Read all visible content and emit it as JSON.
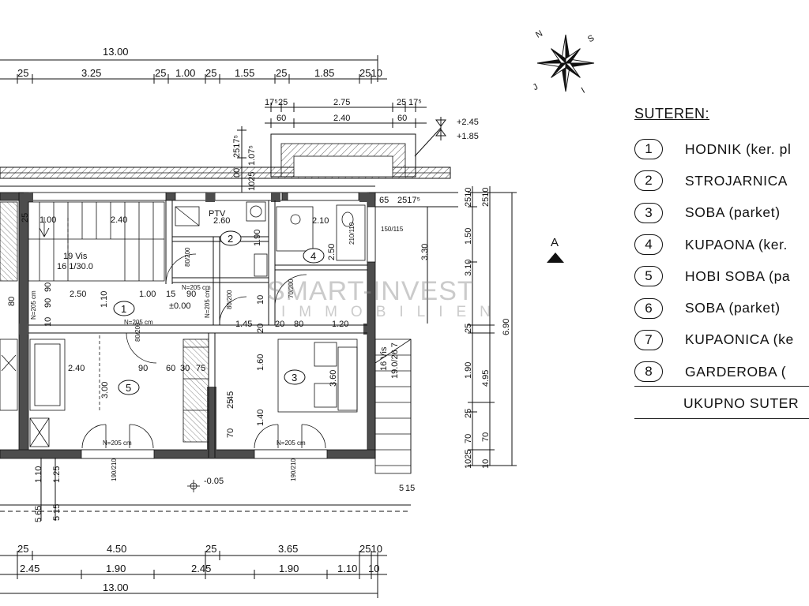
{
  "legend": {
    "title": "SUTEREN:",
    "rooms": [
      {
        "num": "1",
        "label": "HODNIK   (ker. pl"
      },
      {
        "num": "2",
        "label": "STROJARNICA"
      },
      {
        "num": "3",
        "label": "SOBA   (parket)"
      },
      {
        "num": "4",
        "label": "KUPAONA   (ker."
      },
      {
        "num": "5",
        "label": "HOBI SOBA   (pa"
      },
      {
        "num": "6",
        "label": "SOBA   (parket)"
      },
      {
        "num": "7",
        "label": "KUPAONICA   (ke"
      },
      {
        "num": "8",
        "label": "GARDEROBA   ("
      }
    ],
    "total": "UKUPNO SUTER"
  },
  "watermark": {
    "main": "SMART-INVEST",
    "sub": "IMMOBILIEN"
  },
  "compass": {
    "letters": [
      "N",
      "S",
      "J",
      "I"
    ]
  },
  "section_marker": "A",
  "top_dims": {
    "overall": "13.00",
    "row2": [
      "25",
      "3.25",
      "25",
      "1.00",
      "25",
      "1.55",
      "25",
      "1.85",
      "2510"
    ],
    "upper_a": [
      "17⁵",
      "25",
      "2.75",
      "25",
      "17⁵"
    ],
    "upper_b": [
      "60",
      "2.40",
      "60"
    ],
    "levels": [
      "+2.45",
      "+1.85"
    ],
    "small_vertical": [
      "2517⁵",
      "1.07⁵",
      "1025",
      "00"
    ]
  },
  "bottom_dims": {
    "row1": [
      "25",
      "4.50",
      "25",
      "3.65",
      "2510"
    ],
    "row2": [
      "2.45",
      "1.90",
      "2.45",
      "1.90",
      "1.10",
      "10"
    ],
    "overall": "13.00"
  },
  "right_dims": {
    "col1": [
      "2510",
      "1.50",
      "3.10",
      "25",
      "1.90",
      "25",
      "70",
      "1025",
      "10"
    ],
    "col2": [
      "2510",
      "3.30",
      "4.95",
      "70"
    ],
    "col3": [
      "6.90"
    ],
    "small": [
      "65",
      "2517⁵",
      "5",
      "15"
    ]
  },
  "left_dims": [
    "1.10",
    "1.25",
    "5 65",
    "5 15"
  ],
  "room_labels": {
    "r1": "1",
    "r2": "2",
    "r3": "3",
    "r4": "4",
    "r5": "5"
  },
  "interior_text": {
    "ptv": "PTV",
    "stairs_a": "19 Vis",
    "stairs_b": "16 1/30.0",
    "stairs2_a": "16 Vis",
    "stairs2_b": "19.0/26.7",
    "level_0": "±0.00",
    "level_out": "-0.05",
    "doors": [
      "N=205 cm",
      "N=205 cm",
      "N=205 cm",
      "N=205 cm",
      "N=205 cm",
      "N=205 cm"
    ],
    "door_tags": [
      "80/200",
      "80/200",
      "70/200",
      "80/200",
      "150/115",
      "190/210",
      "190/210",
      "210/110"
    ],
    "dims_inner": [
      "1.00",
      "2.40",
      "2.60",
      "1.90",
      "2.10",
      "2.50",
      "2.50",
      "1.10",
      "1.00",
      "15",
      "90",
      "10",
      "90",
      "1.45",
      "20",
      "80",
      "1.20",
      "2.40",
      "90",
      "60",
      "30",
      "75",
      "3.00",
      "1.60",
      "3.60",
      "1.40",
      "70",
      "25",
      "45",
      "80",
      "90",
      "20",
      "10",
      "25"
    ]
  },
  "colors": {
    "line": "#111111",
    "wall": "#4d4d4d",
    "hatch": "#555555",
    "watermark": "#8c8c8c"
  }
}
